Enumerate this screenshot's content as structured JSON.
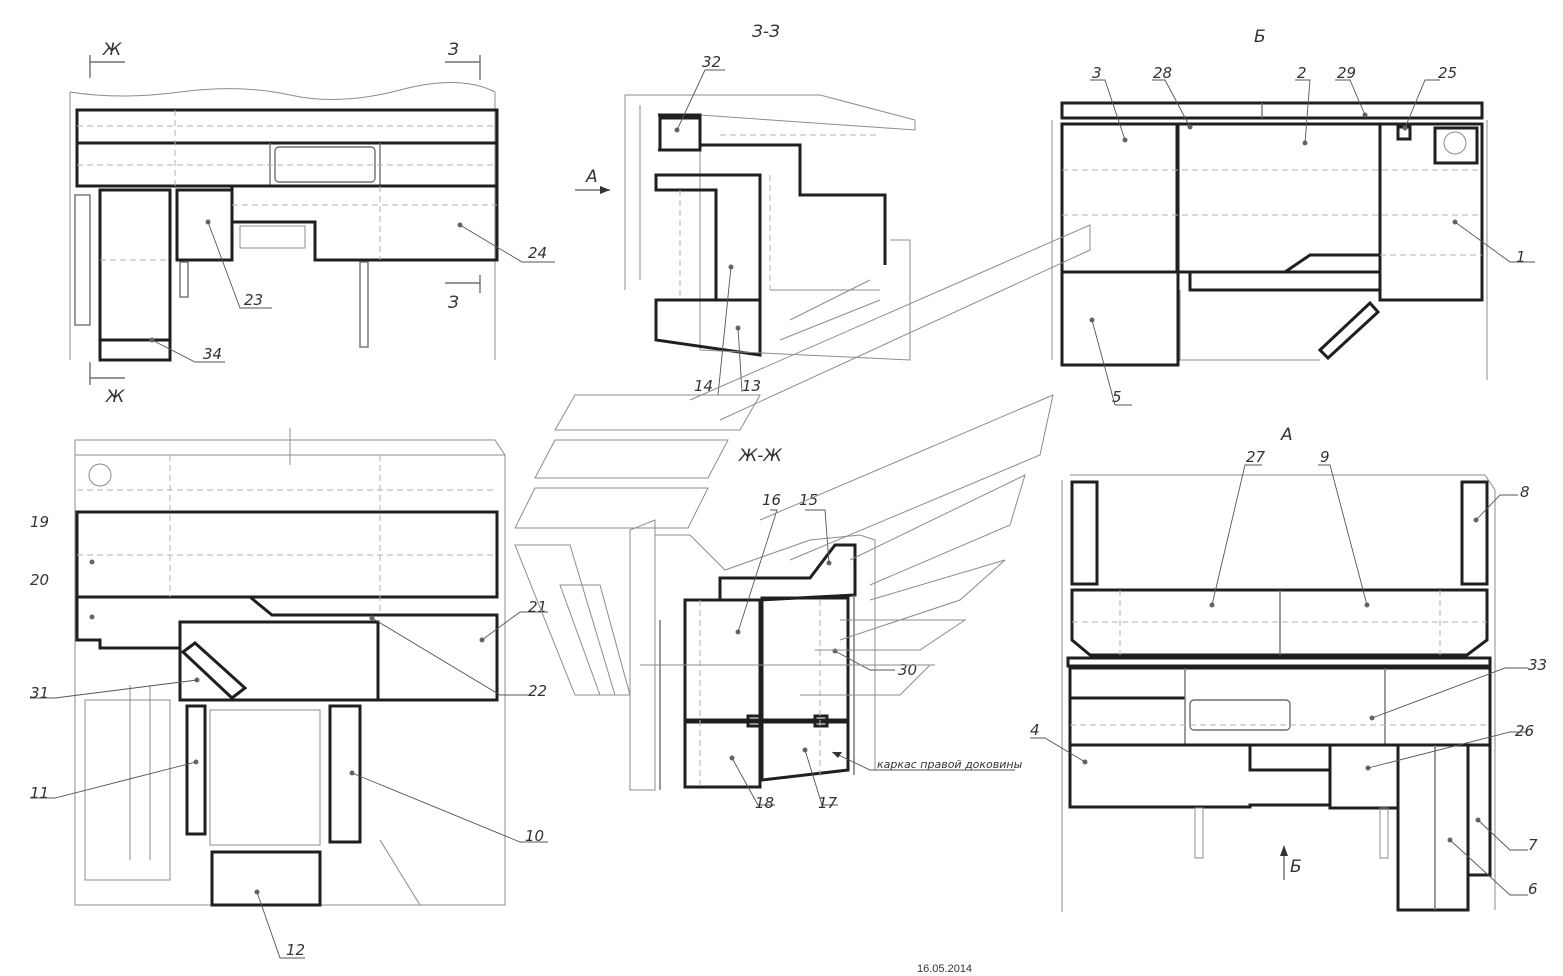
{
  "views": {
    "zh_view": {
      "cut_mark_left": "Ж",
      "cut_mark_right": "З",
      "cut_mark_right_bottom": "З",
      "cut_mark_left_bottom": "Ж"
    },
    "section_zz": {
      "title": "З-З",
      "arrow_label": "А"
    },
    "view_b": {
      "title": "Б"
    },
    "view_a": {
      "title": "А",
      "arrow_label": "Б"
    },
    "section_zhzh": {
      "title": "Ж-Ж",
      "note": "каркас правой доковины"
    }
  },
  "part_labels": {
    "p1": "1",
    "p2": "2",
    "p3": "3",
    "p4": "4",
    "p5": "5",
    "p6": "6",
    "p7": "7",
    "p8": "8",
    "p9": "9",
    "p10": "10",
    "p11": "11",
    "p12": "12",
    "p13": "13",
    "p14": "14",
    "p15": "15",
    "p16": "16",
    "p17": "17",
    "p18": "18",
    "p19": "19",
    "p20": "20",
    "p21": "21",
    "p22": "22",
    "p23": "23",
    "p24": "24",
    "p25": "25",
    "p26": "26",
    "p27": "27",
    "p28": "28",
    "p29": "29",
    "p30": "30",
    "p31": "31",
    "p32": "32",
    "p33": "33",
    "p34": "34"
  },
  "footer": {
    "date": "16.05.2014"
  }
}
